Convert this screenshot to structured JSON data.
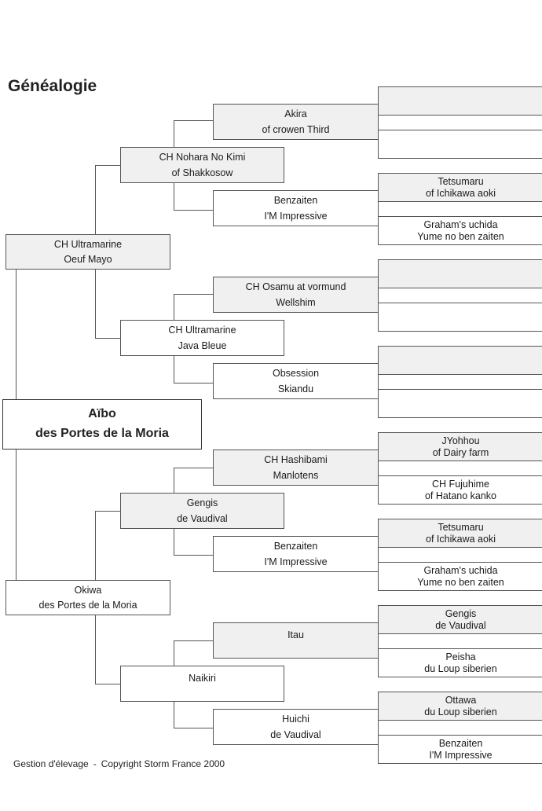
{
  "title": "Généalogie",
  "subject": {
    "line1": "Aïbo",
    "line2": "des Portes de la Moria"
  },
  "sire": {
    "line1": "CH Ultramarine",
    "line2": "Oeuf Mayo"
  },
  "dam": {
    "line1": "Okiwa",
    "line2": "des Portes de la Moria"
  },
  "gen2": [
    {
      "line1": "CH Nohara No Kimi",
      "line2": "of Shakkosow"
    },
    {
      "line1": "CH Ultramarine",
      "line2": "Java Bleue"
    },
    {
      "line1": "Gengis",
      "line2": "de Vaudival"
    },
    {
      "line1": "Naikiri",
      "line2": ""
    }
  ],
  "gen3": [
    {
      "line1": "Akira",
      "line2": "of crowen Third"
    },
    {
      "line1": "Benzaiten",
      "line2": "I'M Impressive"
    },
    {
      "line1": "CH Osamu at vormund",
      "line2": "Wellshim"
    },
    {
      "line1": "Obsession",
      "line2": "Skiandu"
    },
    {
      "line1": "CH Hashibami",
      "line2": "Manlotens"
    },
    {
      "line1": "Benzaiten",
      "line2": "I'M Impressive"
    },
    {
      "line1": "Itau",
      "line2": ""
    },
    {
      "line1": "Huichi",
      "line2": "de Vaudival"
    }
  ],
  "gen4": [
    {
      "line1": "",
      "line2": ""
    },
    {
      "line1": "",
      "line2": ""
    },
    {
      "line1": "Tetsumaru",
      "line2": "of Ichikawa aoki"
    },
    {
      "line1": "Graham's uchida",
      "line2": "Yume no ben zaiten"
    },
    {
      "line1": "",
      "line2": ""
    },
    {
      "line1": "",
      "line2": ""
    },
    {
      "line1": "",
      "line2": ""
    },
    {
      "line1": "",
      "line2": ""
    },
    {
      "line1": "JYohhou",
      "line2": "of Dairy farm"
    },
    {
      "line1": "CH Fujuhime",
      "line2": "of Hatano kanko"
    },
    {
      "line1": "Tetsumaru",
      "line2": "of Ichikawa aoki"
    },
    {
      "line1": "Graham's uchida",
      "line2": "Yume no ben zaiten"
    },
    {
      "line1": "Gengis",
      "line2": "de Vaudival"
    },
    {
      "line1": "Peisha",
      "line2": "du Loup siberien"
    },
    {
      "line1": "Ottawa",
      "line2": "du Loup siberien"
    },
    {
      "line1": "Benzaiten",
      "line2": "I'M Impressive"
    }
  ],
  "footer": {
    "left": "Gestion d'élevage",
    "separator": "-",
    "right": "Copyright Storm France 2000"
  }
}
